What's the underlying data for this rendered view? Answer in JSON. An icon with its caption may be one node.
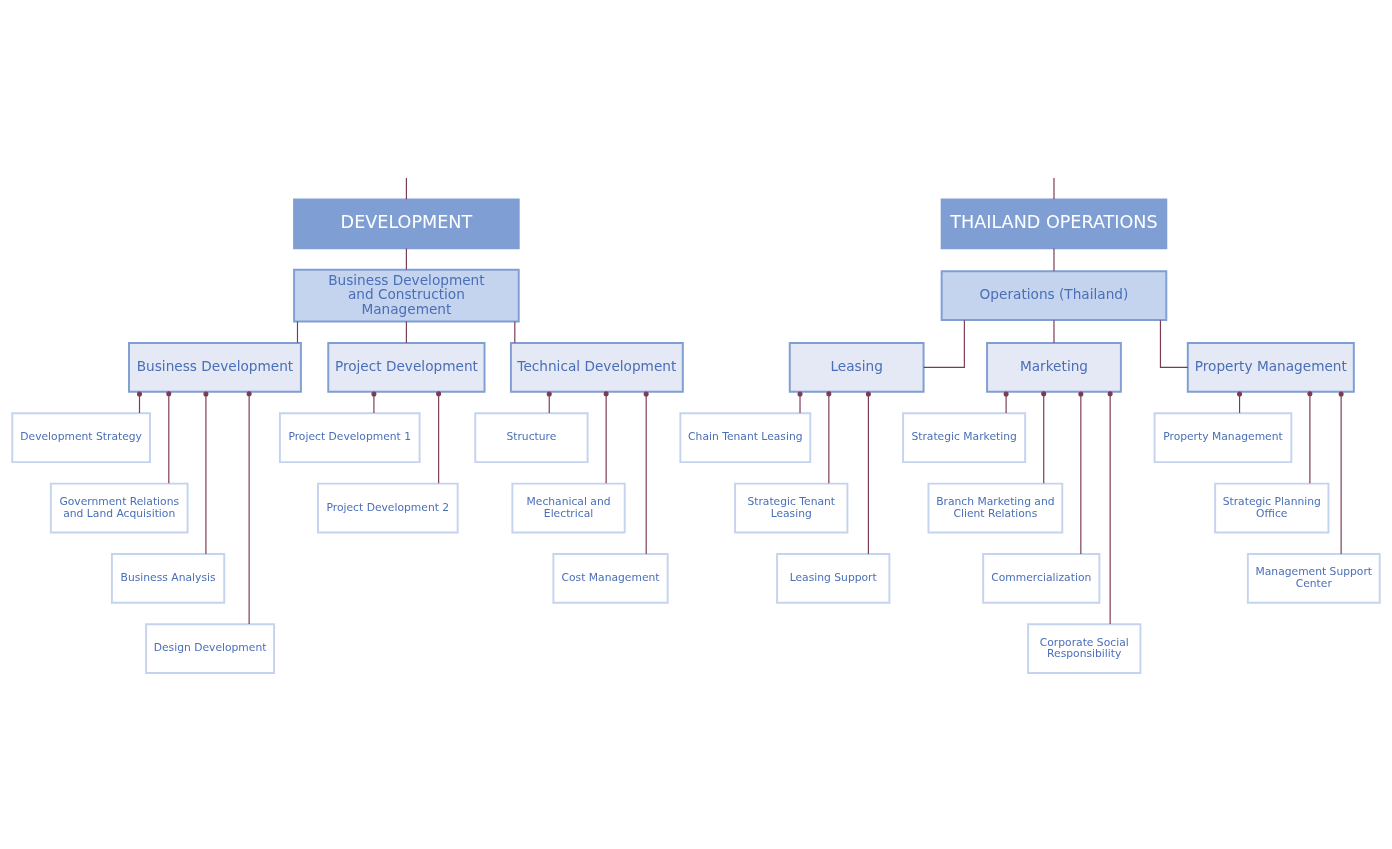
{
  "diagram": {
    "nodes": [
      {
        "text": [
          "DEVELOPMENT"
        ]
      },
      {
        "text": [
          "Business Development and Construction Management"
        ]
      },
      {
        "text": [
          "Business Development"
        ]
      },
      {
        "text": [
          "Project Development"
        ]
      },
      {
        "text": [
          "Technical Development"
        ]
      },
      {
        "text": [
          "Development Strategy"
        ]
      },
      {
        "text": [
          "Government Relations and Land Acquisition"
        ]
      },
      {
        "text": [
          "Business Analysis"
        ]
      },
      {
        "text": [
          "Design Development"
        ]
      },
      {
        "text": [
          "Project Development 1"
        ]
      },
      {
        "text": [
          "Project Development 2"
        ]
      },
      {
        "text": [
          "Structure"
        ]
      },
      {
        "text": [
          "Mechanical and Electrical"
        ]
      },
      {
        "text": [
          "Cost Management"
        ]
      },
      {
        "text": [
          "THAILAND OPERATIONS"
        ]
      },
      {
        "text": [
          "Operations (Thailand)"
        ]
      },
      {
        "text": [
          "Leasing"
        ]
      },
      {
        "text": [
          "Marketing"
        ]
      },
      {
        "text": [
          "Property Management"
        ]
      },
      {
        "text": [
          "Chain Tenant Leasing"
        ]
      },
      {
        "text": [
          "Strategic Tenant Leasing"
        ]
      },
      {
        "text": [
          "Leasing Support"
        ]
      },
      {
        "text": [
          "Strategic Marketing"
        ]
      },
      {
        "text": [
          "Branch Marketing and Client Relations"
        ]
      },
      {
        "text": [
          "Commercialization"
        ]
      },
      {
        "text": [
          "Corporate Social Responsibility"
        ]
      },
      {
        "text": [
          "Property Management"
        ]
      },
      {
        "text": [
          "Strategic Planning Office"
        ]
      },
      {
        "text": [
          "Management Support Center"
        ]
      }
    ],
    "edges": [
      {
        "from": null,
        "to": 0,
        "arrow": "none"
      },
      {
        "from": null,
        "to": 14,
        "arrow": "none"
      },
      {
        "from": 0,
        "to": 1,
        "arrow": "none"
      },
      {
        "from": 1,
        "to": 2,
        "arrow": "none"
      },
      {
        "from": 1,
        "to": 3,
        "arrow": "none"
      },
      {
        "from": 1,
        "to": 4,
        "arrow": "none"
      },
      {
        "from": 2,
        "to": 5,
        "arrow": "other"
      },
      {
        "from": 2,
        "to": 6,
        "arrow": "other"
      },
      {
        "from": 2,
        "to": 7,
        "arrow": "other"
      },
      {
        "from": 2,
        "to": 8,
        "arrow": "other"
      },
      {
        "from": 3,
        "to": 9,
        "arrow": "other"
      },
      {
        "from": 3,
        "to": 10,
        "arrow": "other"
      },
      {
        "from": 4,
        "to": 11,
        "arrow": "other"
      },
      {
        "from": 4,
        "to": 12,
        "arrow": "other"
      },
      {
        "from": 4,
        "to": 13,
        "arrow": "other"
      },
      {
        "from": 14,
        "to": 15,
        "arrow": "none"
      },
      {
        "from": 15,
        "to": 16,
        "arrow": "none"
      },
      {
        "from": 15,
        "to": 17,
        "arrow": "none"
      },
      {
        "from": 15,
        "to": 18,
        "arrow": "none"
      },
      {
        "from": 16,
        "to": 19,
        "arrow": "other"
      },
      {
        "from": 16,
        "to": 20,
        "arrow": "other"
      },
      {
        "from": 16,
        "to": 21,
        "arrow": "other"
      },
      {
        "from": 17,
        "to": 22,
        "arrow": "other"
      },
      {
        "from": 17,
        "to": 23,
        "arrow": "other"
      },
      {
        "from": 17,
        "to": 24,
        "arrow": "other"
      },
      {
        "from": 17,
        "to": 25,
        "arrow": "other"
      },
      {
        "from": 18,
        "to": 26,
        "arrow": "other"
      },
      {
        "from": 18,
        "to": 27,
        "arrow": "other"
      },
      {
        "from": 18,
        "to": 28,
        "arrow": "other"
      }
    ]
  }
}
